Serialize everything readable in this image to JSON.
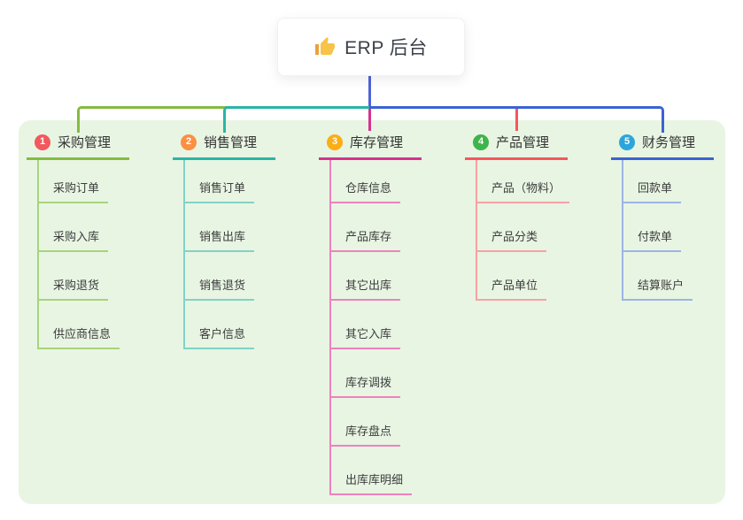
{
  "root": {
    "label": "ERP 后台",
    "icon": "thumbs-up-icon",
    "line_color": "#5064d8",
    "card_bg": "#ffffff",
    "icon_color": "#f7c348",
    "icon_cuff_color": "#e8a33d"
  },
  "panel": {
    "bg_color": "#e8f5e3"
  },
  "branches": [
    {
      "badge": "1",
      "label": "采购管理",
      "badge_color": "#f1595f",
      "line_color": "#85bb40",
      "child_line_color": "#a9d37b",
      "children": [
        "采购订单",
        "采购入库",
        "采购退货",
        "供应商信息"
      ]
    },
    {
      "badge": "2",
      "label": "销售管理",
      "badge_color": "#fb8f43",
      "line_color": "#2ab5a5",
      "child_line_color": "#82d2c6",
      "children": [
        "销售订单",
        "销售出库",
        "销售退货",
        "客户信息"
      ]
    },
    {
      "badge": "3",
      "label": "库存管理",
      "badge_color": "#fbae17",
      "line_color": "#d6338e",
      "child_line_color": "#ee82bd",
      "children": [
        "仓库信息",
        "产品库存",
        "其它出库",
        "其它入库",
        "库存调拨",
        "库存盘点",
        "出库库明细"
      ]
    },
    {
      "badge": "4",
      "label": "产品管理",
      "badge_color": "#3eb44a",
      "line_color": "#f4575c",
      "child_line_color": "#f9a1a5",
      "children": [
        "产品（物料）",
        "产品分类",
        "产品单位"
      ]
    },
    {
      "badge": "5",
      "label": "财务管理",
      "badge_color": "#2ba6dd",
      "line_color": "#3c63d2",
      "child_line_color": "#9db4e4",
      "children": [
        "回款单",
        "付款单",
        "结算账户"
      ]
    }
  ]
}
